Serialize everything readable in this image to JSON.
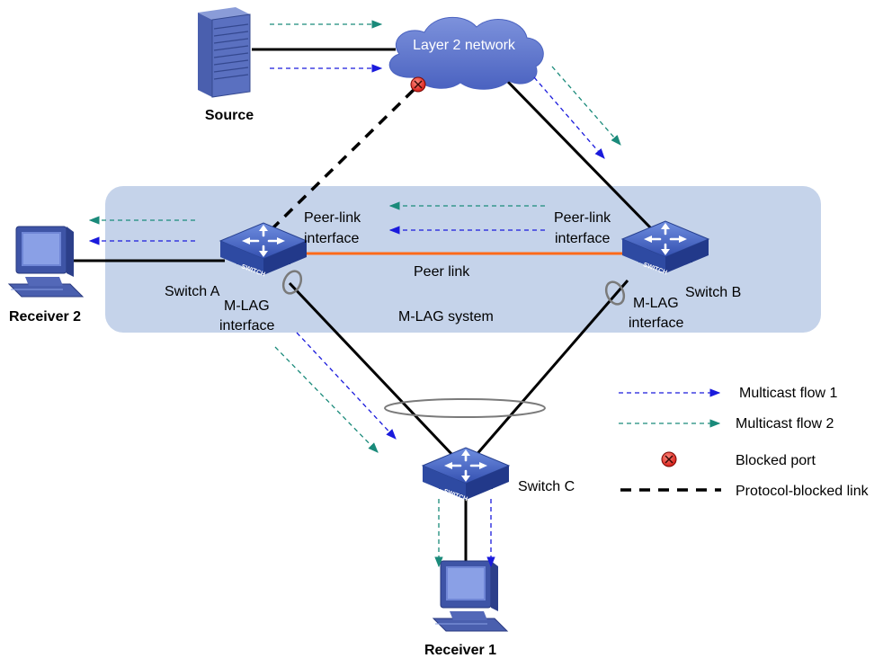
{
  "labels": {
    "cloud": "Layer 2 network",
    "source": "Source",
    "receiver1": "Receiver 1",
    "receiver2": "Receiver 2",
    "switch_a": "Switch A",
    "switch_b": "Switch B",
    "switch_c": "Switch C",
    "peer_link": "Peer link",
    "mlag_system": "M-LAG system",
    "peer_link_if_a_1": "Peer-link",
    "peer_link_if_a_2": "interface",
    "peer_link_if_b_1": "Peer-link",
    "peer_link_if_b_2": "interface",
    "mlag_if_a_1": "M-LAG",
    "mlag_if_a_2": "interface",
    "mlag_if_b_1": "M-LAG",
    "mlag_if_b_2": "interface",
    "switch_icon_text": "SWITCH"
  },
  "legend": {
    "flow1": "Multicast flow 1",
    "flow2": "Multicast flow 2",
    "blocked_port": "Blocked port",
    "protocol_blocked": "Protocol-blocked link"
  },
  "colors": {
    "flow1": "#1a1adc",
    "flow2": "#1a8a7a",
    "peer_link": "#ff6a1a",
    "mlag_box": "#c5d3ea",
    "cloud": "#5570c8",
    "switch": "#3a55b0",
    "blocked": "#e0201a"
  },
  "icons": {
    "source": "server-icon",
    "receivers": "desktop-computer-icon",
    "switches": "switch-icon",
    "cloud": "cloud-icon",
    "blocked": "blocked-port-icon"
  }
}
